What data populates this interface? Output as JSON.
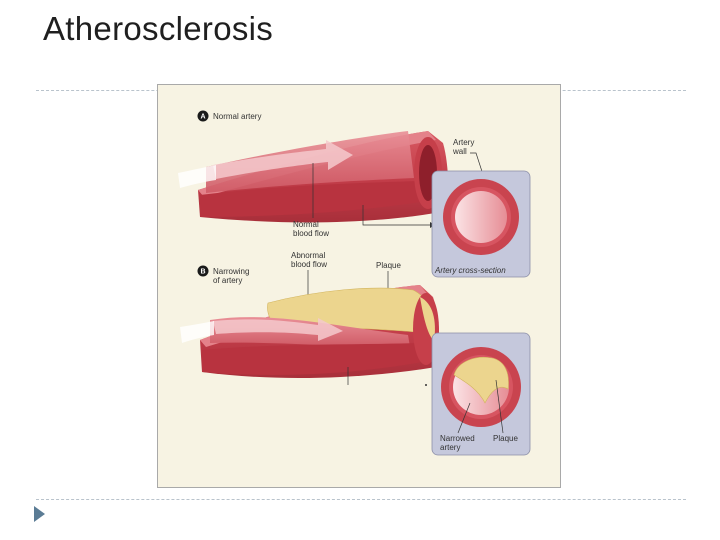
{
  "slide": {
    "title": "Atherosclerosis"
  },
  "figure": {
    "panel_a": {
      "badge": "A",
      "label": "Normal artery"
    },
    "panel_b": {
      "badge": "B",
      "label_line1": "Narrowing",
      "label_line2": "of artery"
    },
    "labels": {
      "artery_wall_1": "Artery",
      "artery_wall_2": "wall",
      "normal_flow_1": "Normal",
      "normal_flow_2": "blood flow",
      "abnormal_flow_1": "Abnormal",
      "abnormal_flow_2": "blood flow",
      "plaque_top": "Plaque",
      "cross_section": "Artery cross-section",
      "narrowed_1": "Narrowed",
      "narrowed_2": "artery",
      "plaque_bottom": "Plaque"
    },
    "colors": {
      "background": "#f7f3e3",
      "artery_outer": "#c9444f",
      "artery_inner": "#e07a83",
      "lumen": "#f1b9bd",
      "plaque": "#ecd58e",
      "inset_bg": "#c5c8dc",
      "badge": "#1a1a1a"
    }
  }
}
